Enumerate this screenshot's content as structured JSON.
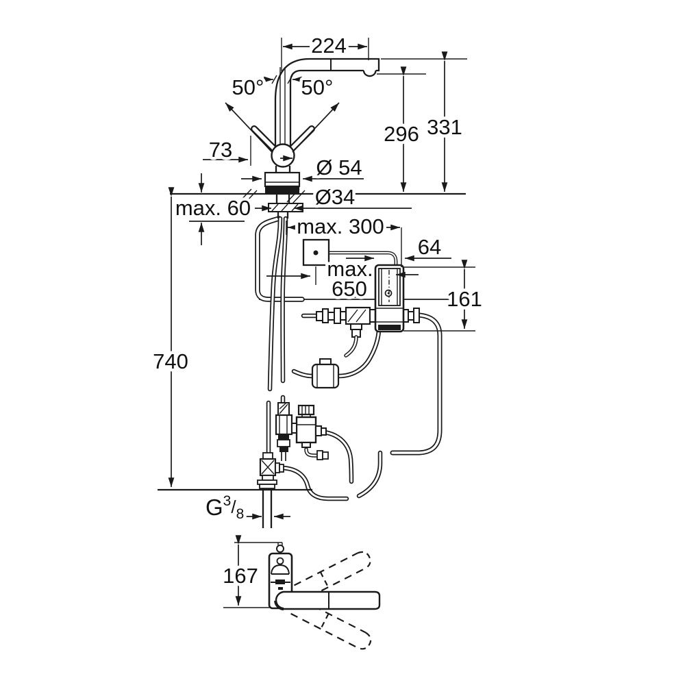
{
  "meta": {
    "description": "Technical dimension drawing of a kitchen mixer faucet with pull-out spray, under-sink electronic control box, valves and hoses; front view above, top (plan) view below"
  },
  "colors": {
    "line": "#1a1a1a",
    "background": "#ffffff",
    "text": "#111111"
  },
  "labels": {
    "dim_224": "224",
    "angle_left": "50°",
    "angle_right": "50°",
    "dim_73": "73",
    "dia_54": "Ø 54",
    "dia_34": "Ø34",
    "max_60": "max. 60",
    "dim_296": "296",
    "dim_331": "331",
    "max_300": "max. 300",
    "dim_64": "64",
    "max_650_line1": "max.",
    "max_650_line2": "650",
    "dim_161": "161",
    "dim_740": "740",
    "thread_letter": "G",
    "thread_numerator": "3",
    "thread_slash": "/",
    "thread_denominator": "8",
    "dim_167": "167"
  }
}
